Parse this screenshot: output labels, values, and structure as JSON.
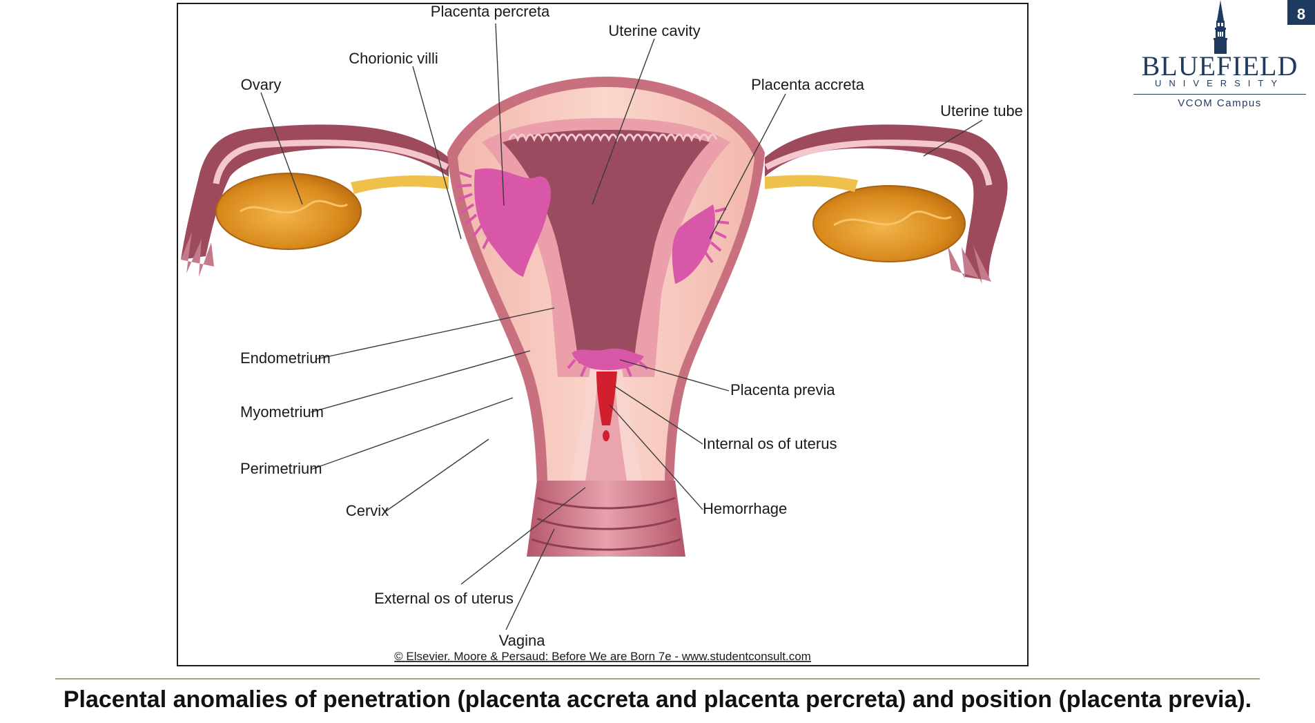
{
  "slide_number": "8",
  "logo": {
    "wordmark": "BLUEFIELD",
    "subtitle": "UNIVERSITY",
    "campus": "VCOM Campus",
    "icon": "chapel-steeple-icon",
    "color": "#1f3a5f"
  },
  "diagram": {
    "labels": {
      "placenta_percreta": "Placenta percreta",
      "uterine_cavity": "Uterine cavity",
      "chorionic_villi": "Chorionic villi",
      "placenta_accreta": "Placenta accreta",
      "ovary": "Ovary",
      "uterine_tube": "Uterine tube",
      "endometrium": "Endometrium",
      "myometrium": "Myometrium",
      "perimetrium": "Perimetrium",
      "cervix": "Cervix",
      "external_os": "External os of uterus",
      "vagina": "Vagina",
      "placenta_previa": "Placenta previa",
      "internal_os": "Internal os of uterus",
      "hemorrhage": "Hemorrhage"
    },
    "copyright": "© Elsevier. Moore & Persaud: Before We are Born 7e - www.studentconsult.com",
    "colors": {
      "perimetrium": "#9c4a5c",
      "myometrium": "#f6c3b8",
      "endometrium": "#e79aa6",
      "cavity": "#9b4b60",
      "placenta": "#d957a8",
      "ovary": "#e59a1f",
      "hemorrhage": "#d11f2e"
    }
  },
  "caption": "Placental anomalies of penetration (placenta accreta and placenta percreta) and position (placenta previa)."
}
